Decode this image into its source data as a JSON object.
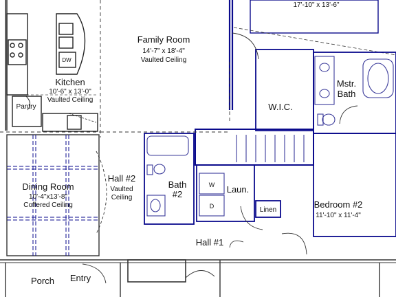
{
  "plan": {
    "master_bedroom": {
      "dims": "17'-10\" x 13'-6\""
    },
    "family_room": {
      "name": "Family Room",
      "dims": "14'-7\" x 18'-4\"",
      "ceiling": "Vaulted Ceiling"
    },
    "kitchen": {
      "name": "Kitchen",
      "dims": "10'-6\" x 13'-0\"",
      "ceiling": "Vaulted Ceiling",
      "dishwasher": "DW"
    },
    "pantry": {
      "name": "Pantry"
    },
    "wic": {
      "name": "W.I.C."
    },
    "master_bath": {
      "name_line1": "Mstr.",
      "name_line2": "Bath"
    },
    "dining_room": {
      "name": "Dining Room",
      "dims": "10'-4\"x13'-8\"",
      "ceiling": "Coffered Ceiling"
    },
    "hall2": {
      "name": "Hall #2",
      "ceiling_line1": "Vaulted",
      "ceiling_line2": "Ceiling"
    },
    "bath2": {
      "name_line1": "Bath",
      "name_line2": "#2"
    },
    "laundry": {
      "name": "Laun.",
      "washer": "W",
      "dryer": "D"
    },
    "linen": {
      "name": "Linen"
    },
    "bedroom2": {
      "name": "Bedroom #2",
      "dims": "11'-10\" x 11'-4\""
    },
    "hall1": {
      "name": "Hall #1"
    },
    "porch": {
      "name": "Porch"
    },
    "entry": {
      "name": "Entry"
    }
  },
  "colors": {
    "wall": "#0a0a8c",
    "line": "#1a1a1a",
    "fixture": "#3a3a9a"
  }
}
